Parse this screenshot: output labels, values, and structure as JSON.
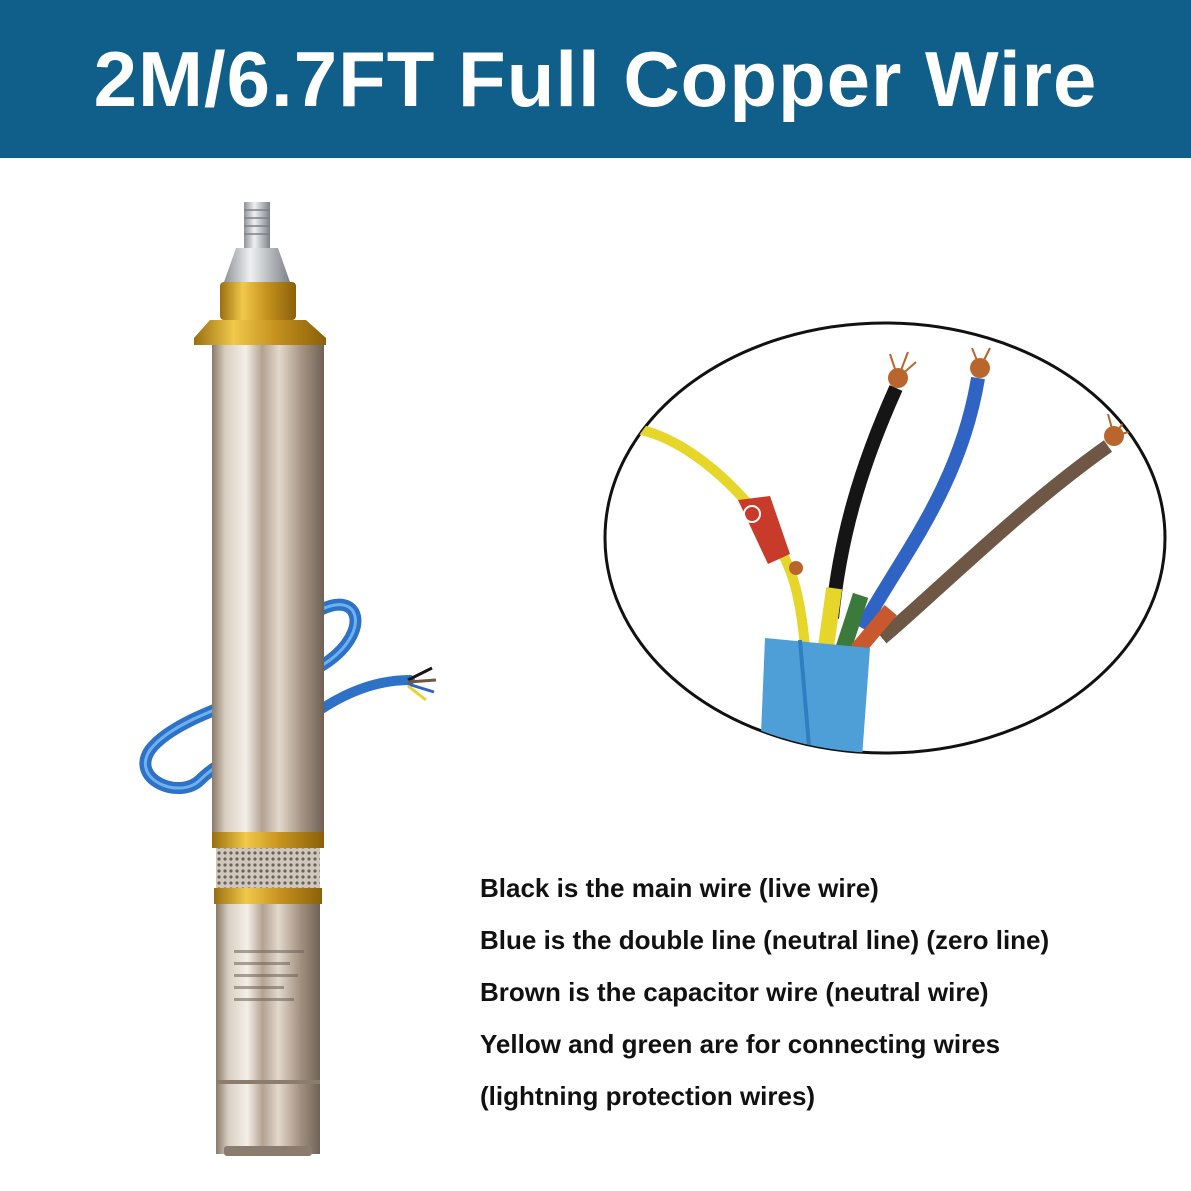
{
  "banner": {
    "title": "2M/6.7FT Full Copper Wire",
    "background": "#0f5f8a"
  },
  "images": {
    "pump": "submersible-pump",
    "wire_closeup": "wire-closeup"
  },
  "wire_colors": {
    "black": "#151515",
    "blue": "#2f63c4",
    "brown": "#6e5744",
    "yellow_green": "#e6d62a",
    "copper": "#b8662e",
    "jacket": "#4e9fd8"
  },
  "notes": [
    "Black is the main wire (live wire)",
    "Blue is the double line (neutral line) (zero line)",
    "Brown is the capacitor wire (neutral wire)",
    "Yellow and green are for connecting wires",
    "(lightning protection wires)"
  ]
}
